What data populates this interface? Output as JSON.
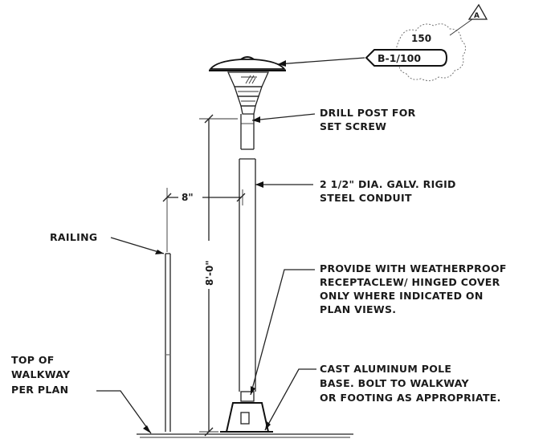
{
  "drawing": {
    "detail_ref": "B-1/100",
    "revision_note": "150",
    "revision_mark": "A",
    "dimensions": {
      "post_height": "8'-0\"",
      "railing_offset": "8\""
    },
    "notes": {
      "drill_post": [
        "DRILL POST FOR",
        "SET SCREW"
      ],
      "conduit": [
        "2 1/2\" DIA. GALV. RIGID",
        "STEEL CONDUIT"
      ],
      "receptacle": [
        "PROVIDE WITH WEATHERPROOF",
        "RECEPTACLEW/ HINGED COVER",
        "ONLY WHERE INDICATED ON",
        "PLAN VIEWS."
      ],
      "pole_base": [
        "CAST ALUMINUM POLE",
        "BASE. BOLT TO WALKWAY",
        "OR FOOTING AS APPROPRIATE."
      ],
      "railing": [
        "RAILING"
      ],
      "walkway": [
        "TOP OF",
        "WALKWAY",
        "PER PLAN"
      ]
    }
  }
}
